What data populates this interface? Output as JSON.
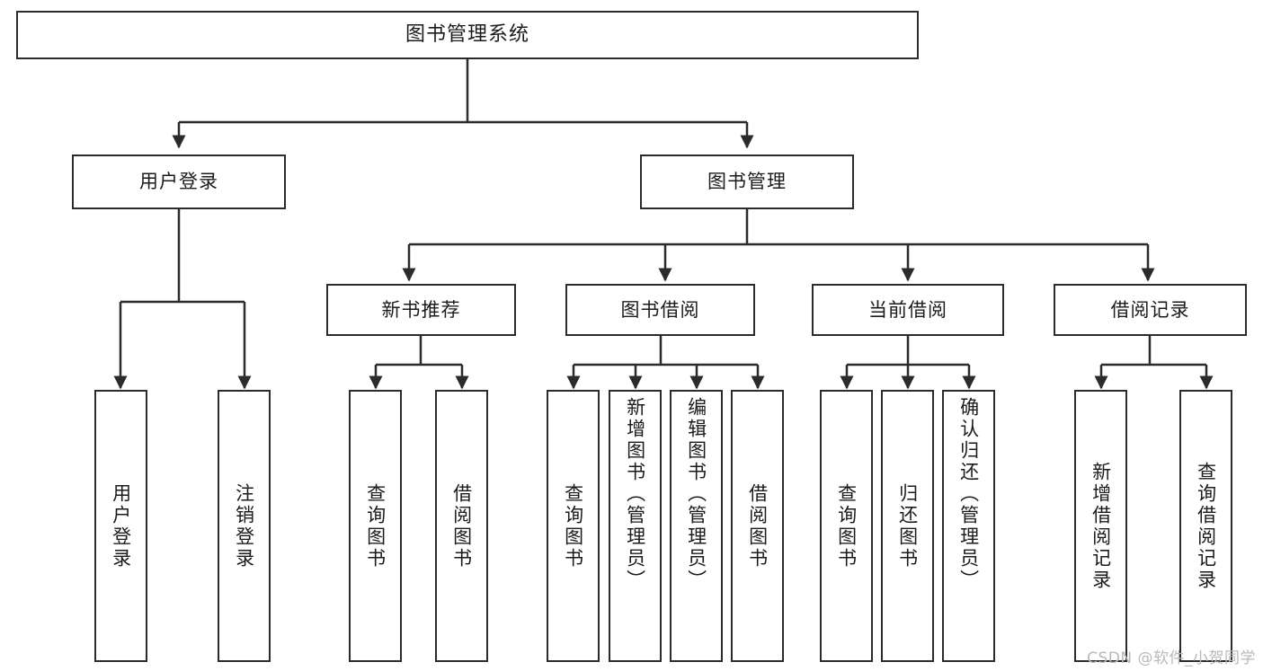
{
  "diagram": {
    "title": "图书管理系统",
    "type": "tree",
    "watermark": "CSDN @软件_小贺同学",
    "colors": {
      "stroke": "#2b2b2b",
      "fill": "#ffffff",
      "text": "#1b1b1b",
      "watermark": "#b9b9b9"
    },
    "levels": {
      "root": {
        "label": "图书管理系统"
      },
      "level2": [
        {
          "label": "用户登录"
        },
        {
          "label": "图书管理"
        }
      ],
      "level3": [
        {
          "label": "新书推荐"
        },
        {
          "label": "图书借阅"
        },
        {
          "label": "当前借阅"
        },
        {
          "label": "借阅记录"
        }
      ]
    },
    "leaves": {
      "user_login": [
        {
          "label": "用户登录"
        },
        {
          "label": "注销登录"
        }
      ],
      "new_book_recommend": [
        {
          "label": "查询图书"
        },
        {
          "label": "借阅图书"
        }
      ],
      "book_borrow": [
        {
          "label": "查询图书"
        },
        {
          "label": "新增图书（管理员）"
        },
        {
          "label": "编辑图书（管理员）"
        },
        {
          "label": "借阅图书"
        }
      ],
      "current_borrow": [
        {
          "label": "查询图书"
        },
        {
          "label": "归还图书"
        },
        {
          "label": "确认归还（管理员）"
        }
      ],
      "borrow_record": [
        {
          "label": "新增借阅记录"
        },
        {
          "label": "查询借阅记录"
        }
      ]
    }
  }
}
